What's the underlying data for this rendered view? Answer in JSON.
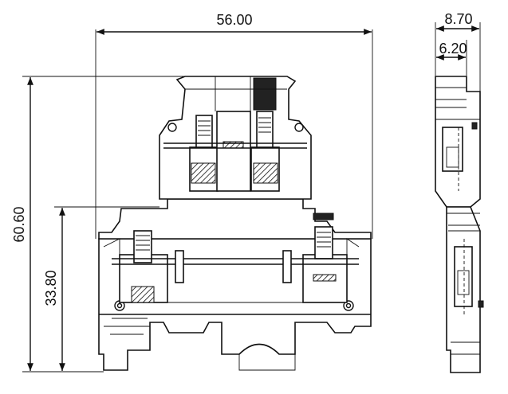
{
  "drawing": {
    "dimensions": {
      "overall_width": "56.00",
      "side_width": "8.70",
      "side_inner_width": "6.20",
      "overall_height": "60.60",
      "lower_height": "33.80"
    }
  }
}
